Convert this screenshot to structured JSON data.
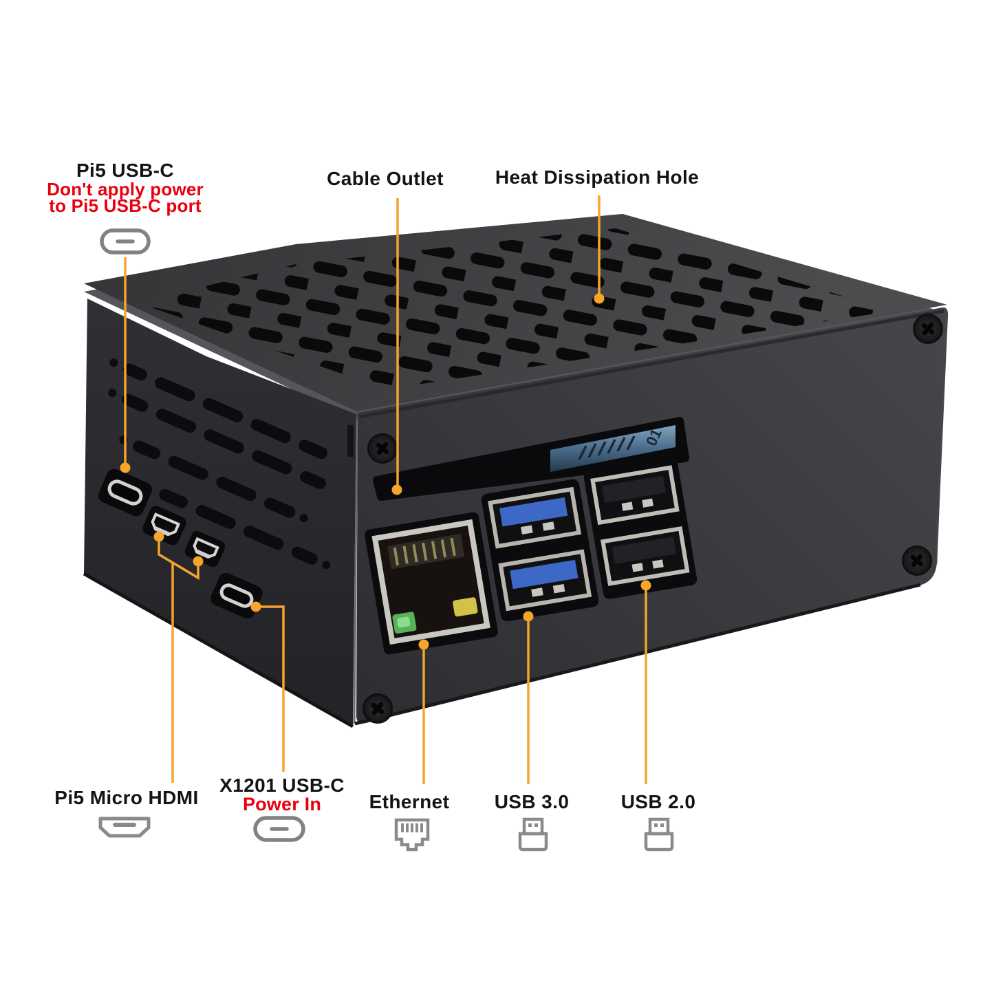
{
  "figure": {
    "background": "#ffffff",
    "accent_line_color": "#F5A42C",
    "warning_text_color": "#E8000F",
    "label_text_color": "#141414",
    "icon_color": "#8A8A8A"
  },
  "annotations": {
    "pi5_usbc": {
      "title": "Pi5 USB-C",
      "warning_line1": "Don't apply power",
      "warning_line2": "to Pi5 USB-C port",
      "icon": "usb-c-port-icon"
    },
    "cable_outlet": {
      "title": "Cable Outlet"
    },
    "heat_hole": {
      "title": "Heat Dissipation Hole"
    },
    "pi5_micro_hdmi": {
      "title": "Pi5 Micro HDMI",
      "icon": "hdmi-icon"
    },
    "x1201_usbc": {
      "title": "X1201 USB-C",
      "subtitle": "Power In",
      "icon": "usb-c-port-icon"
    },
    "ethernet": {
      "title": "Ethernet",
      "icon": "ethernet-jack-icon"
    },
    "usb3": {
      "title": "USB 3.0",
      "icon": "usb-plug-icon"
    },
    "usb2": {
      "title": "USB 2.0",
      "icon": "usb-plug-icon"
    }
  },
  "device": {
    "ssd_marking": "01"
  }
}
